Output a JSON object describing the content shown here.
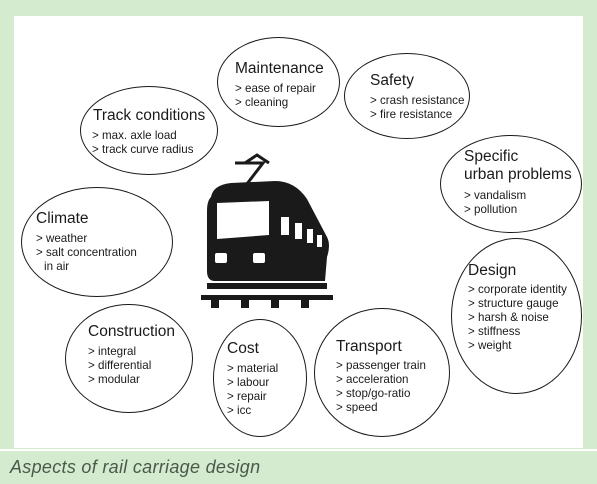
{
  "caption": "Aspects of rail carriage design",
  "center_icon": "train-icon",
  "colors": {
    "frame_background": "#d4ebd0",
    "panel": "#ffffff",
    "ink": "#1a1a1a",
    "caption_text": "#4a5a4a"
  },
  "bubbles": {
    "maintenance": {
      "title": "Maintenance",
      "items": [
        "> ease of repair",
        "> cleaning"
      ]
    },
    "safety": {
      "title": "Safety",
      "items": [
        "> crash resistance",
        "> fire resistance"
      ]
    },
    "track": {
      "title": "Track conditions",
      "items": [
        "> max. axle load",
        "> track curve radius"
      ]
    },
    "urban": {
      "title_lines": [
        "Specific",
        "urban problems"
      ],
      "items": [
        "> vandalism",
        "> pollution"
      ]
    },
    "climate": {
      "title": "Climate",
      "items": [
        "> weather",
        "> salt concentration",
        "in air"
      ]
    },
    "design": {
      "title": "Design",
      "items": [
        "> corporate identity",
        "> structure gauge",
        "> harsh & noise",
        "> stiffness",
        "> weight"
      ]
    },
    "construction": {
      "title": "Construction",
      "items": [
        "> integral",
        "> differential",
        "> modular"
      ]
    },
    "cost": {
      "title": "Cost",
      "items": [
        "> material",
        "> labour",
        "> repair",
        "> icc"
      ]
    },
    "transport": {
      "title": "Transport",
      "items": [
        "> passenger train",
        "> acceleration",
        "> stop/go-ratio",
        "> speed"
      ]
    }
  }
}
